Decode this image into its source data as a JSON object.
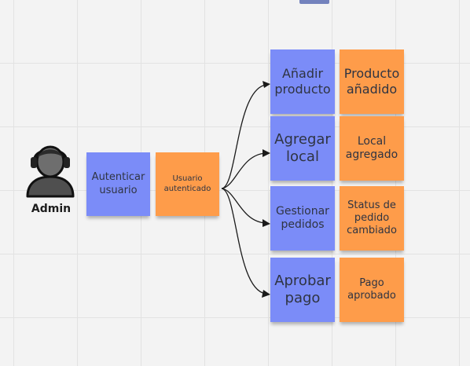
{
  "actor": {
    "label": "Admin",
    "icon": "user-avatar-icon"
  },
  "notes": {
    "autenticar_usuario": "Autenticar usuario",
    "usuario_autenticado": "Usuario autenticado",
    "anadir_producto": "Añadir producto",
    "producto_anadido": "Producto añadido",
    "agregar_local": "Agregar local",
    "local_agregado": "Local agregado",
    "gestionar_pedidos": "Gestionar pedidos",
    "status_pedido_cambiado": "Status de pedido cambiado",
    "aprobar_pago": "Aprobar pago",
    "pago_aprobado": "Pago aprobado"
  },
  "colors": {
    "command_note": "#7b8cf8",
    "event_note": "#fe9c4a",
    "canvas_background": "#f3f3f3",
    "grid_line": "#e2e2e2",
    "connector": "#1a1a1a"
  }
}
